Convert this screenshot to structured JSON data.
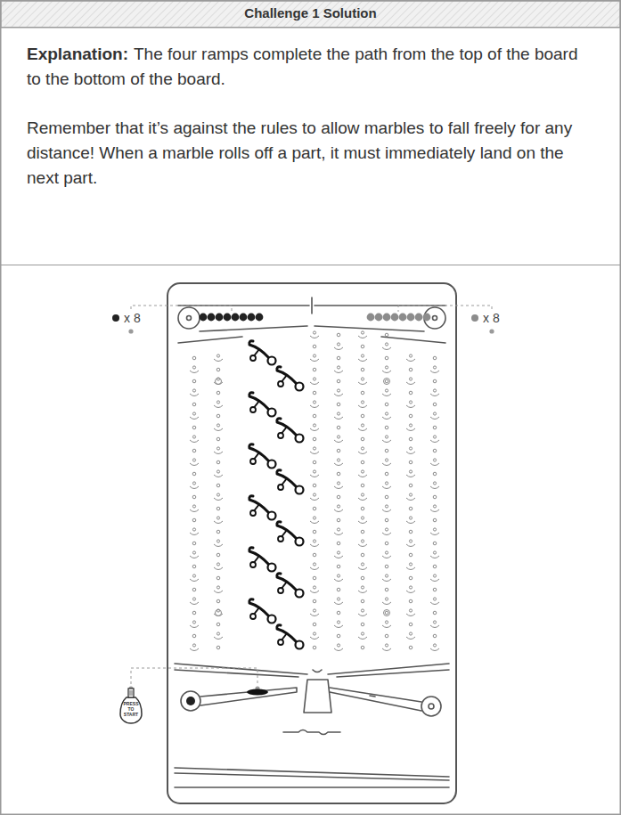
{
  "diagram": {
    "title": "Challenge 1 Solution",
    "nodes": [
      {
        "text": [
          "Explanation:",
          "The four ramps complete the path from the top of the board to the bottom of the board.",
          "Remember that it’s against the rules to allow marbles to fall freely for any distance! When a marble rolls off a part, it must immediately land on the next part."
        ]
      },
      {
        "text": [
          "PRESS TO START"
        ]
      }
    ],
    "labels": [
      "x 8",
      "x 8"
    ]
  }
}
